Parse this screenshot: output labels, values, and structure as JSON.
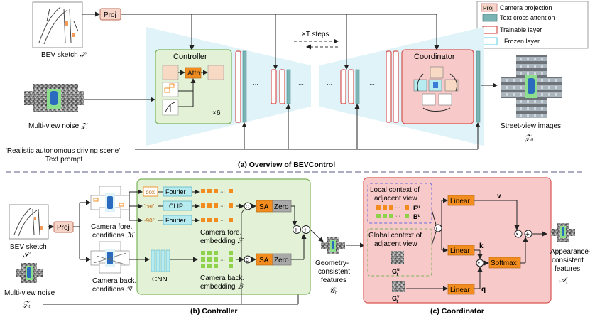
{
  "legend": {
    "proj_tag": "Proj",
    "camera_projection": "Camera projection",
    "text_cross_attention": "Text cross attention",
    "trainable_layer": "Trainable layer",
    "frozen_layer": "Frozen layer"
  },
  "overview": {
    "bev_sketch_label": "BEV sketch",
    "bev_sketch_symbol": "𝒮",
    "proj_label": "Proj",
    "controller_title": "Controller",
    "attn_label": "Attn",
    "times_six": "×6",
    "t_steps": "×T steps",
    "coordinator_title": "Coordinator",
    "multiview_noise_label": "Multi-view noise",
    "multiview_noise_symbol": "𝒵",
    "multiview_noise_sub": "t",
    "text_prompt_quote": "'Realistic autonomous driving scene'",
    "text_prompt_label": "Text prompt",
    "street_view_label": "Street-view images",
    "street_view_symbol": "𝒵",
    "street_view_sub": "0",
    "ellipsis": "···",
    "caption": "(a) Overview of BEVControl"
  },
  "controller": {
    "bev_sketch_label": "BEV sketch",
    "bev_sketch_symbol": "𝒮",
    "proj_label": "Proj",
    "fore_conditions_label": "Camera fore.",
    "fore_conditions_label2": "conditions",
    "fore_conditions_symbol": "ℳ",
    "back_conditions_label": "Camera back.",
    "back_conditions_label2": "conditions",
    "back_conditions_symbol": "ℛ",
    "box_tag": "box",
    "car_tag": "'car'",
    "deg_tag": "-90°",
    "fourier_label": "Fourier",
    "clip_label": "CLIP",
    "fourier2_label": "Fourier",
    "fore_embedding_label": "Camera fore.",
    "fore_embedding_label2": "embedding",
    "fore_embedding_symbol": "ℱ",
    "cnn_label": "CNN",
    "back_embedding_label": "Camera back.",
    "back_embedding_label2": "embedding",
    "back_embedding_symbol": "ℬ",
    "concat_symbol": "C",
    "sa_label": "SA",
    "zero_label": "Zero",
    "sa2_label": "SA",
    "zero2_label": "Zero",
    "plus_symbol": "+",
    "multiview_noise_label": "Multi-view noise",
    "multiview_noise_symbol": "𝒵",
    "multiview_noise_sub": "t",
    "geometry_label1": "Geometry-",
    "geometry_label2": "consistent",
    "geometry_label3": "features",
    "geometry_symbol": "𝒢",
    "geometry_sub": "t",
    "caption": "(b) Controller"
  },
  "coordinator": {
    "local_context_label1": "Local context of",
    "local_context_label2": "adjacent view",
    "fu_symbol": "F",
    "fu_sup": "u",
    "bu_symbol": "B",
    "bu_sup": "u",
    "global_context_label1": "Global context of",
    "global_context_label2": "adjacent view",
    "gtu_symbol": "G",
    "gtu_sup": "u",
    "gtu_sub": "t",
    "gtv_symbol": "G",
    "gtv_sup": "v",
    "gtv_sub": "t",
    "linear1_label": "Linear",
    "linear2_label": "Linear",
    "linear3_label": "Linear",
    "v_symbol": "v",
    "k_symbol": "k",
    "q_symbol": "q",
    "softmax_label": "Softmax",
    "concat_symbol": "C",
    "times_symbol": "×",
    "plus_symbol": "+",
    "appearance_label1": "Appearance-",
    "appearance_label2": "consistent",
    "appearance_label3": "features",
    "appearance_symbol": "𝒜",
    "appearance_sub": "t",
    "caption": "(c) Coordinator"
  },
  "colors": {
    "trainable_border": "#d9534f",
    "frozen_fill": "#dff3f8",
    "frozen_border": "#76d7ea",
    "teal_bar": "#7ab3b3",
    "controller_bg": "#e3f2d6",
    "controller_border": "#7cb35a",
    "coordinator_bg": "#f8c9c9",
    "coordinator_border": "#d9534f",
    "orange": "#f28c1e",
    "green_block": "#8ed14a",
    "proj_fill": "#f6d5c8",
    "teal_box": "#b6ebf0"
  }
}
